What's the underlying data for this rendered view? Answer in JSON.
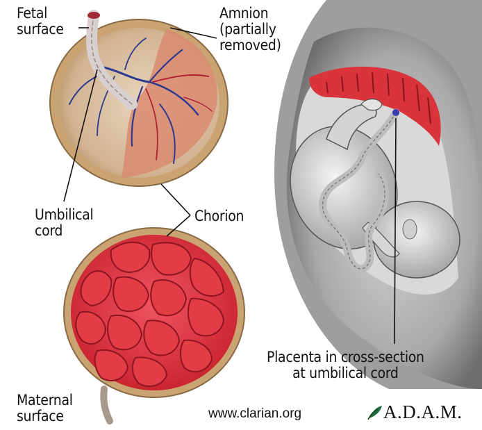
{
  "labels": {
    "fetal_surface": [
      "Fetal",
      "surface"
    ],
    "amnion": [
      "Amnion",
      "(partially",
      "removed)"
    ],
    "umbilical_cord": [
      "Umbilical",
      "cord"
    ],
    "chorion": "Chorion",
    "maternal_surface": [
      "Maternal",
      "surface"
    ],
    "placenta_cross_section": [
      "Placenta in cross-section",
      "at umbilical cord"
    ]
  },
  "credit": {
    "website": "www.clarian.org",
    "logo_text": "A.D.A.M.",
    "logo_icon": "adam-leaf-icon"
  },
  "colors": {
    "placenta_red": "#d9333b",
    "membrane_tan": "#c9a472",
    "vessel_blue": "#2b3a8f",
    "uterus_gray": "#8c8c8c"
  }
}
